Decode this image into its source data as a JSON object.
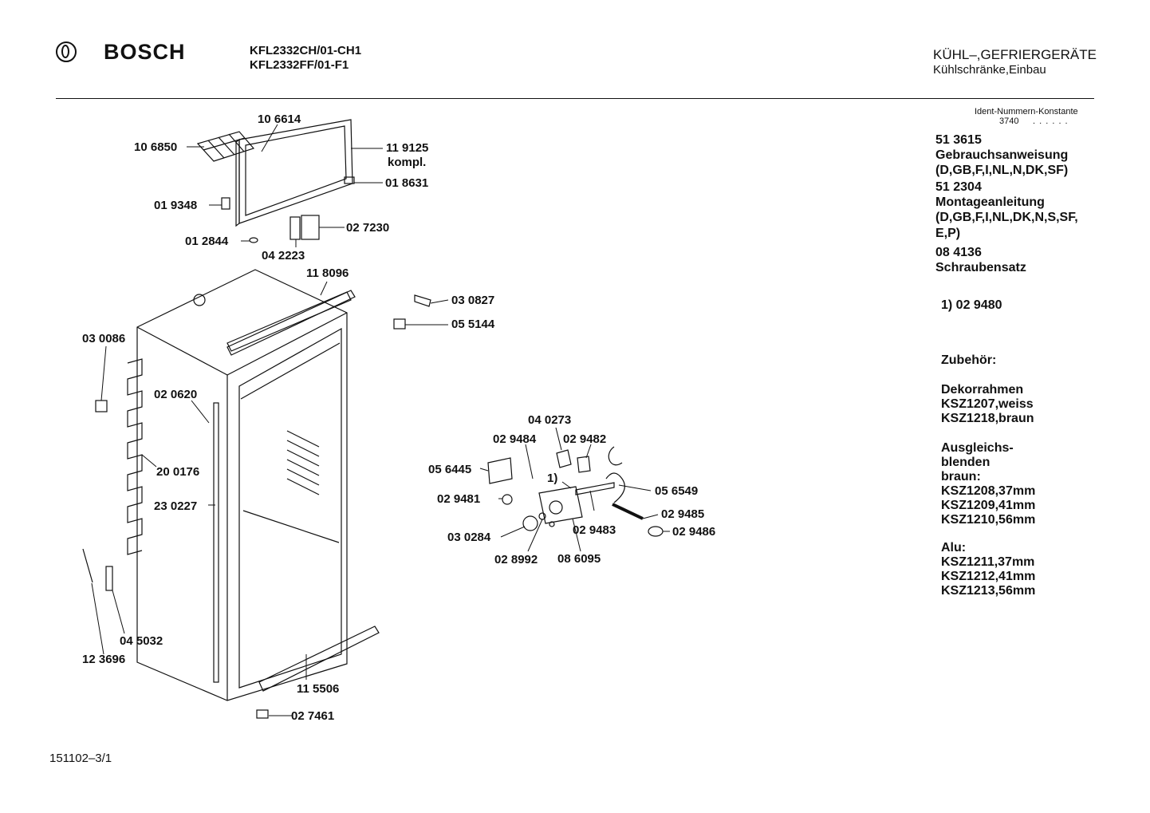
{
  "header": {
    "brand": "BOSCH",
    "models": [
      "KFL2332CH/01-CH1",
      "KFL2332FF/01-F1"
    ],
    "category_line1": "KÜHL–,GEFRIERGERÄTE",
    "category_line2": "Kühlschränke,Einbau"
  },
  "ident": {
    "label": "Ident-Nummern-Konstante",
    "value": "3740",
    "dots": ". .  . . . ."
  },
  "info_lines": [
    "51 3615",
    "Gebrauchsanweisung",
    "(D,GB,F,I,NL,N,DK,SF)",
    "51 2304",
    "Montageanleitung",
    "(D,GB,F,I,NL,DK,N,S,SF,",
    "E,P)",
    "08 4136",
    "Schraubensatz"
  ],
  "footnote": "1)  02 9480",
  "accessories": {
    "heading": "Zubehör:",
    "frames": [
      "Dekorrahmen",
      "KSZ1207,weiss",
      "KSZ1218,braun"
    ],
    "panels": [
      "Ausgleichs-",
      "blenden",
      "braun:",
      "KSZ1208,37mm",
      "KSZ1209,41mm",
      "KSZ1210,56mm"
    ],
    "alu": [
      "Alu:",
      "KSZ1211,37mm",
      "KSZ1212,41mm",
      "KSZ1213,56mm"
    ]
  },
  "parts": [
    "10 6614",
    "10 6850",
    "11 9125",
    "kompl.",
    "01 8631",
    "01 9348",
    "02 7230",
    "01 2844",
    "04 2223",
    "11 8096",
    "03 0827",
    "05 5144",
    "03 0086",
    "02 0620",
    "20 0176",
    "23 0227",
    "04 5032",
    "12 3696",
    "11 5506",
    "02 7461",
    "04 0273",
    "02 9484",
    "02 9482",
    "05 6445",
    "1)",
    "05 6549",
    "02 9481",
    "02 9485",
    "02 9486",
    "03 0284",
    "02 9483",
    "02 8992",
    "08 6095"
  ],
  "footer": "151102–3/1"
}
